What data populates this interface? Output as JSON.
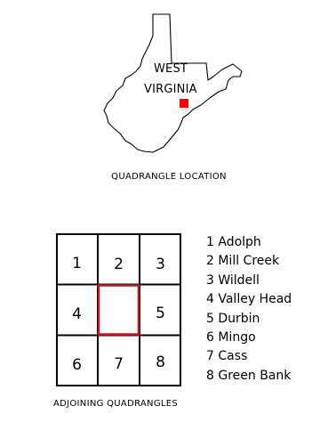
{
  "location_map": {
    "state_label_line1": "WEST",
    "state_label_line2": "VIRGINIA",
    "caption": "QUADRANGLE LOCATION",
    "marker_color": "#ff0000"
  },
  "adjoining": {
    "grid_cells": [
      "1",
      "2",
      "3",
      "4",
      "",
      "5",
      "6",
      "7",
      "8"
    ],
    "center_outline_color": "#c0181a",
    "legend": [
      "1 Adolph",
      "2 Mill Creek",
      "3 Wildell",
      "4 Valley Head",
      "5 Durbin",
      "6 Mingo",
      "7 Cass",
      "8 Green Bank"
    ],
    "caption": "ADJOINING QUADRANGLES"
  }
}
